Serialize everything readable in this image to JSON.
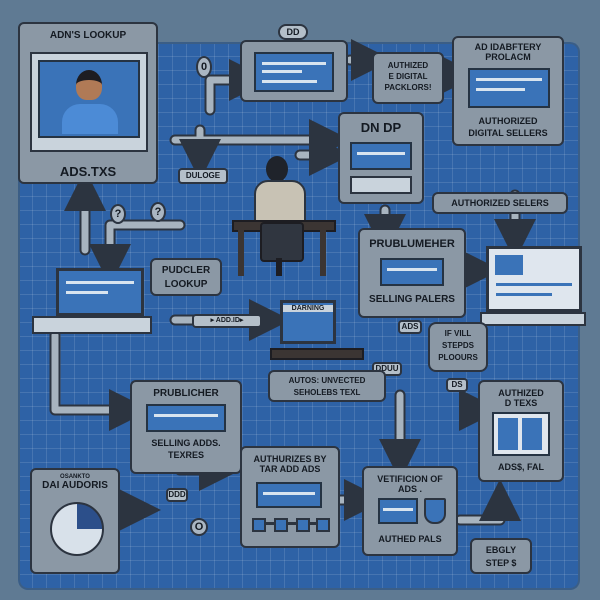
{
  "top_tag": "DD",
  "ads_lookup": {
    "title": "ADN'S LOOKUP",
    "caption": "ADS.TXS"
  },
  "authed_digital": {
    "line1": "AUTHIZED",
    "line2": "E DIGITAL",
    "line3": "PACKLORS!"
  },
  "ad_identity": {
    "line1": "AD IDABFTERY",
    "line2": "PROLACM",
    "line3": "AUTHORIZED",
    "line4": "DIGITAL SELLERS"
  },
  "dn_dp": {
    "title": "DN DP"
  },
  "duloge_tag": "DULOGE",
  "authorized_sellers": "AUTHORIZED  SELERS",
  "publisher_lookup": {
    "line1": "PUDCLER",
    "line2": "LOOKUP"
  },
  "prublumeher": {
    "title": "PRUBLUMEHER",
    "caption": "SELLING PALERS"
  },
  "small_tags": {
    "ads": "ADS",
    "ds": "DS",
    "dduu": "DDUU",
    "dd": "DDD",
    "o_mark": "O",
    "dd_arrow": "▸ ADD.ID▸"
  },
  "q_marks": [
    "0",
    "?",
    "?"
  ],
  "darining": "DARNING",
  "if_vill": {
    "line1": "IF VILL",
    "line2": "STEPDS",
    "line3": "PLOOURS"
  },
  "autos_unvected": {
    "line1": "AUTOS: UNVECTED",
    "line2": "SEHOLEBS TEXL"
  },
  "publicher_box": {
    "title": "PRUBLICHER",
    "line1": "SELLING ADDS.",
    "line2": "TEXRES"
  },
  "dai_audoris": {
    "small": "OSANKTO",
    "title": "DAI AUDORIS"
  },
  "authorizes_by": {
    "line1": "AUTHURIZES BY",
    "line2": "TAR ADD ADS"
  },
  "vetification": {
    "line1": "VETIFICION OF",
    "line2": "ADS .",
    "caption": "AUTHED PALS"
  },
  "authized_texs": {
    "line1": "AUTHIZED",
    "line2": "D TEXS",
    "caption": "ADS$, FAL"
  },
  "egly_step": {
    "line1": "EBGLY",
    "line2": "STEP $"
  },
  "colors": {
    "board": "#2e62a6",
    "panel": "#8b98a5",
    "screen": "#3a73b8",
    "arrow": "#a8b4bf"
  }
}
